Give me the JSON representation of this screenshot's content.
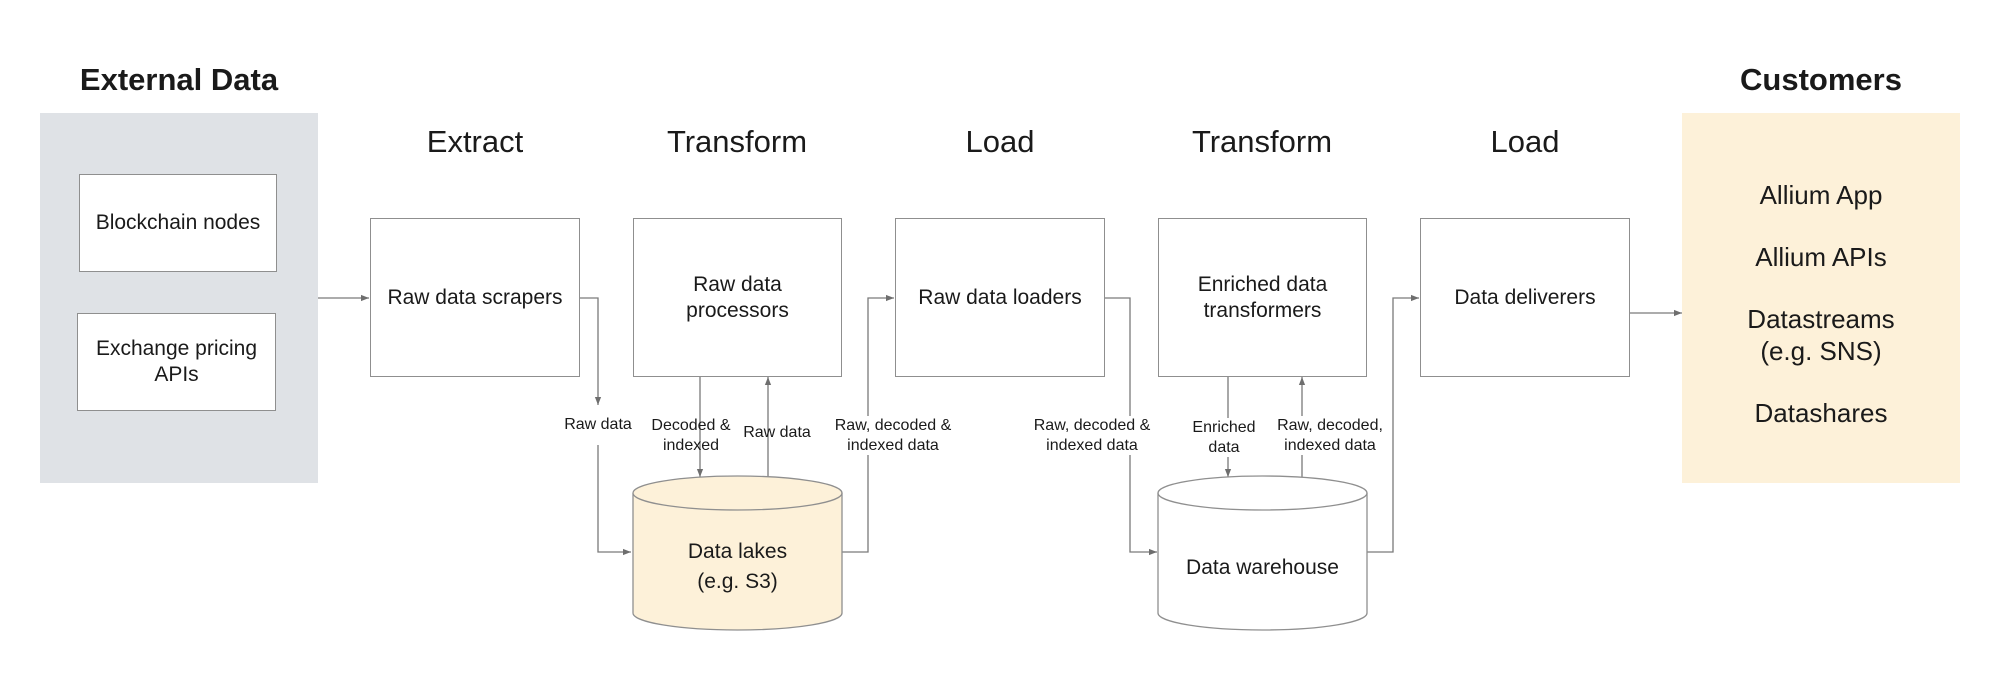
{
  "external": {
    "title": "External Data",
    "sources": [
      "Blockchain nodes",
      "Exchange pricing\nAPIs"
    ]
  },
  "customers": {
    "title": "Customers",
    "items": [
      "Allium App",
      "Allium APIs",
      "Datastreams\n(e.g. SNS)",
      "Datashares"
    ]
  },
  "stages": [
    "Extract",
    "Transform",
    "Load",
    "Transform",
    "Load"
  ],
  "boxes": {
    "scrapers": "Raw data scrapers",
    "processors": "Raw data\nprocessors",
    "loaders": "Raw data loaders",
    "transformers": "Enriched data\ntransformers",
    "deliverers": "Data deliverers"
  },
  "stores": {
    "lakes": "Data lakes\n(e.g. S3)",
    "warehouse": "Data warehouse"
  },
  "edge_labels": {
    "raw_data_1": "Raw data",
    "decoded_indexed": "Decoded &\nindexed",
    "raw_data_2": "Raw data",
    "raw_decoded_indexed_1": "Raw, decoded &\nindexed data",
    "raw_decoded_indexed_2": "Raw, decoded &\nindexed data",
    "enriched_data": "Enriched\ndata",
    "raw_decoded_indexed_3": "Raw, decoded,\nindexed data"
  },
  "colors": {
    "external_panel": "#dfe2e6",
    "customer_panel": "#fdf1d9",
    "data_lake_fill": "#fdf1d9",
    "line": "#7a7a7a"
  }
}
